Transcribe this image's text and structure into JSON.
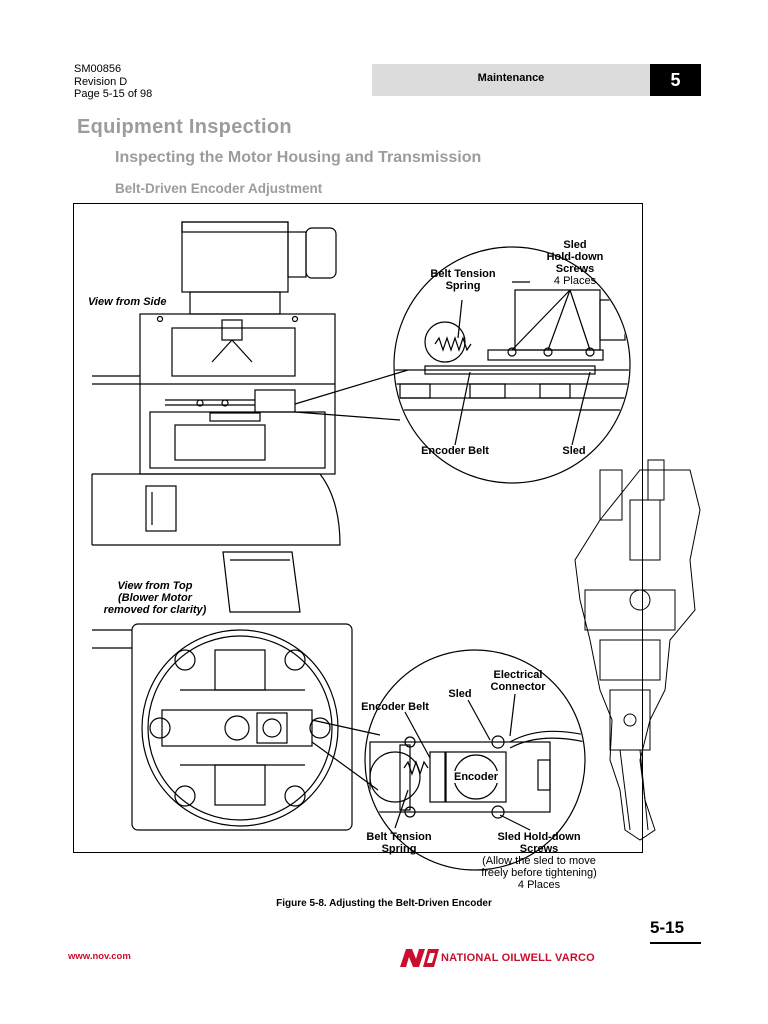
{
  "header": {
    "doc_number": "SM00856",
    "revision": "Revision D",
    "page_ref": "Page 5-15 of 98",
    "section": "Maintenance",
    "chapter": "5"
  },
  "headings": {
    "h1": "Equipment Inspection",
    "h2": "Inspecting the Motor Housing and Transmission",
    "h3": "Belt-Driven Encoder Adjustment"
  },
  "figure": {
    "side_view_label": "View from Side",
    "top_view_label_line1": "View from Top",
    "top_view_label_line2": "(Blower Motor",
    "top_view_label_line3": "removed for clarity)",
    "callouts_upper": {
      "sled_screws_line1": "Sled",
      "sled_screws_line2": "Hold-down",
      "sled_screws_line3": "Screws",
      "sled_screws_line4": "4 Places",
      "belt_spring_line1": "Belt Tension",
      "belt_spring_line2": "Spring",
      "encoder_belt": "Encoder Belt",
      "sled": "Sled"
    },
    "callouts_lower": {
      "electrical_line1": "Electrical",
      "electrical_line2": "Connector",
      "sled": "Sled",
      "encoder_belt": "Encoder Belt",
      "encoder": "Encoder",
      "belt_spring_line1": "Belt Tension",
      "belt_spring_line2": "Spring",
      "sled_screws_line1": "Sled Hold-down",
      "sled_screws_line2": "Screws",
      "note_line1": "(Allow the sled to move",
      "note_line2": "freely before tightening)",
      "note_line3": "4 Places"
    },
    "caption": "Figure 5-8.  Adjusting the Belt-Driven Encoder"
  },
  "footer": {
    "page_number": "5-15",
    "website": "www.nov.com",
    "company": "NATIONAL OILWELL VARCO",
    "logo_icon": "nov-logo-icon",
    "brand_color": "#c8102e"
  }
}
